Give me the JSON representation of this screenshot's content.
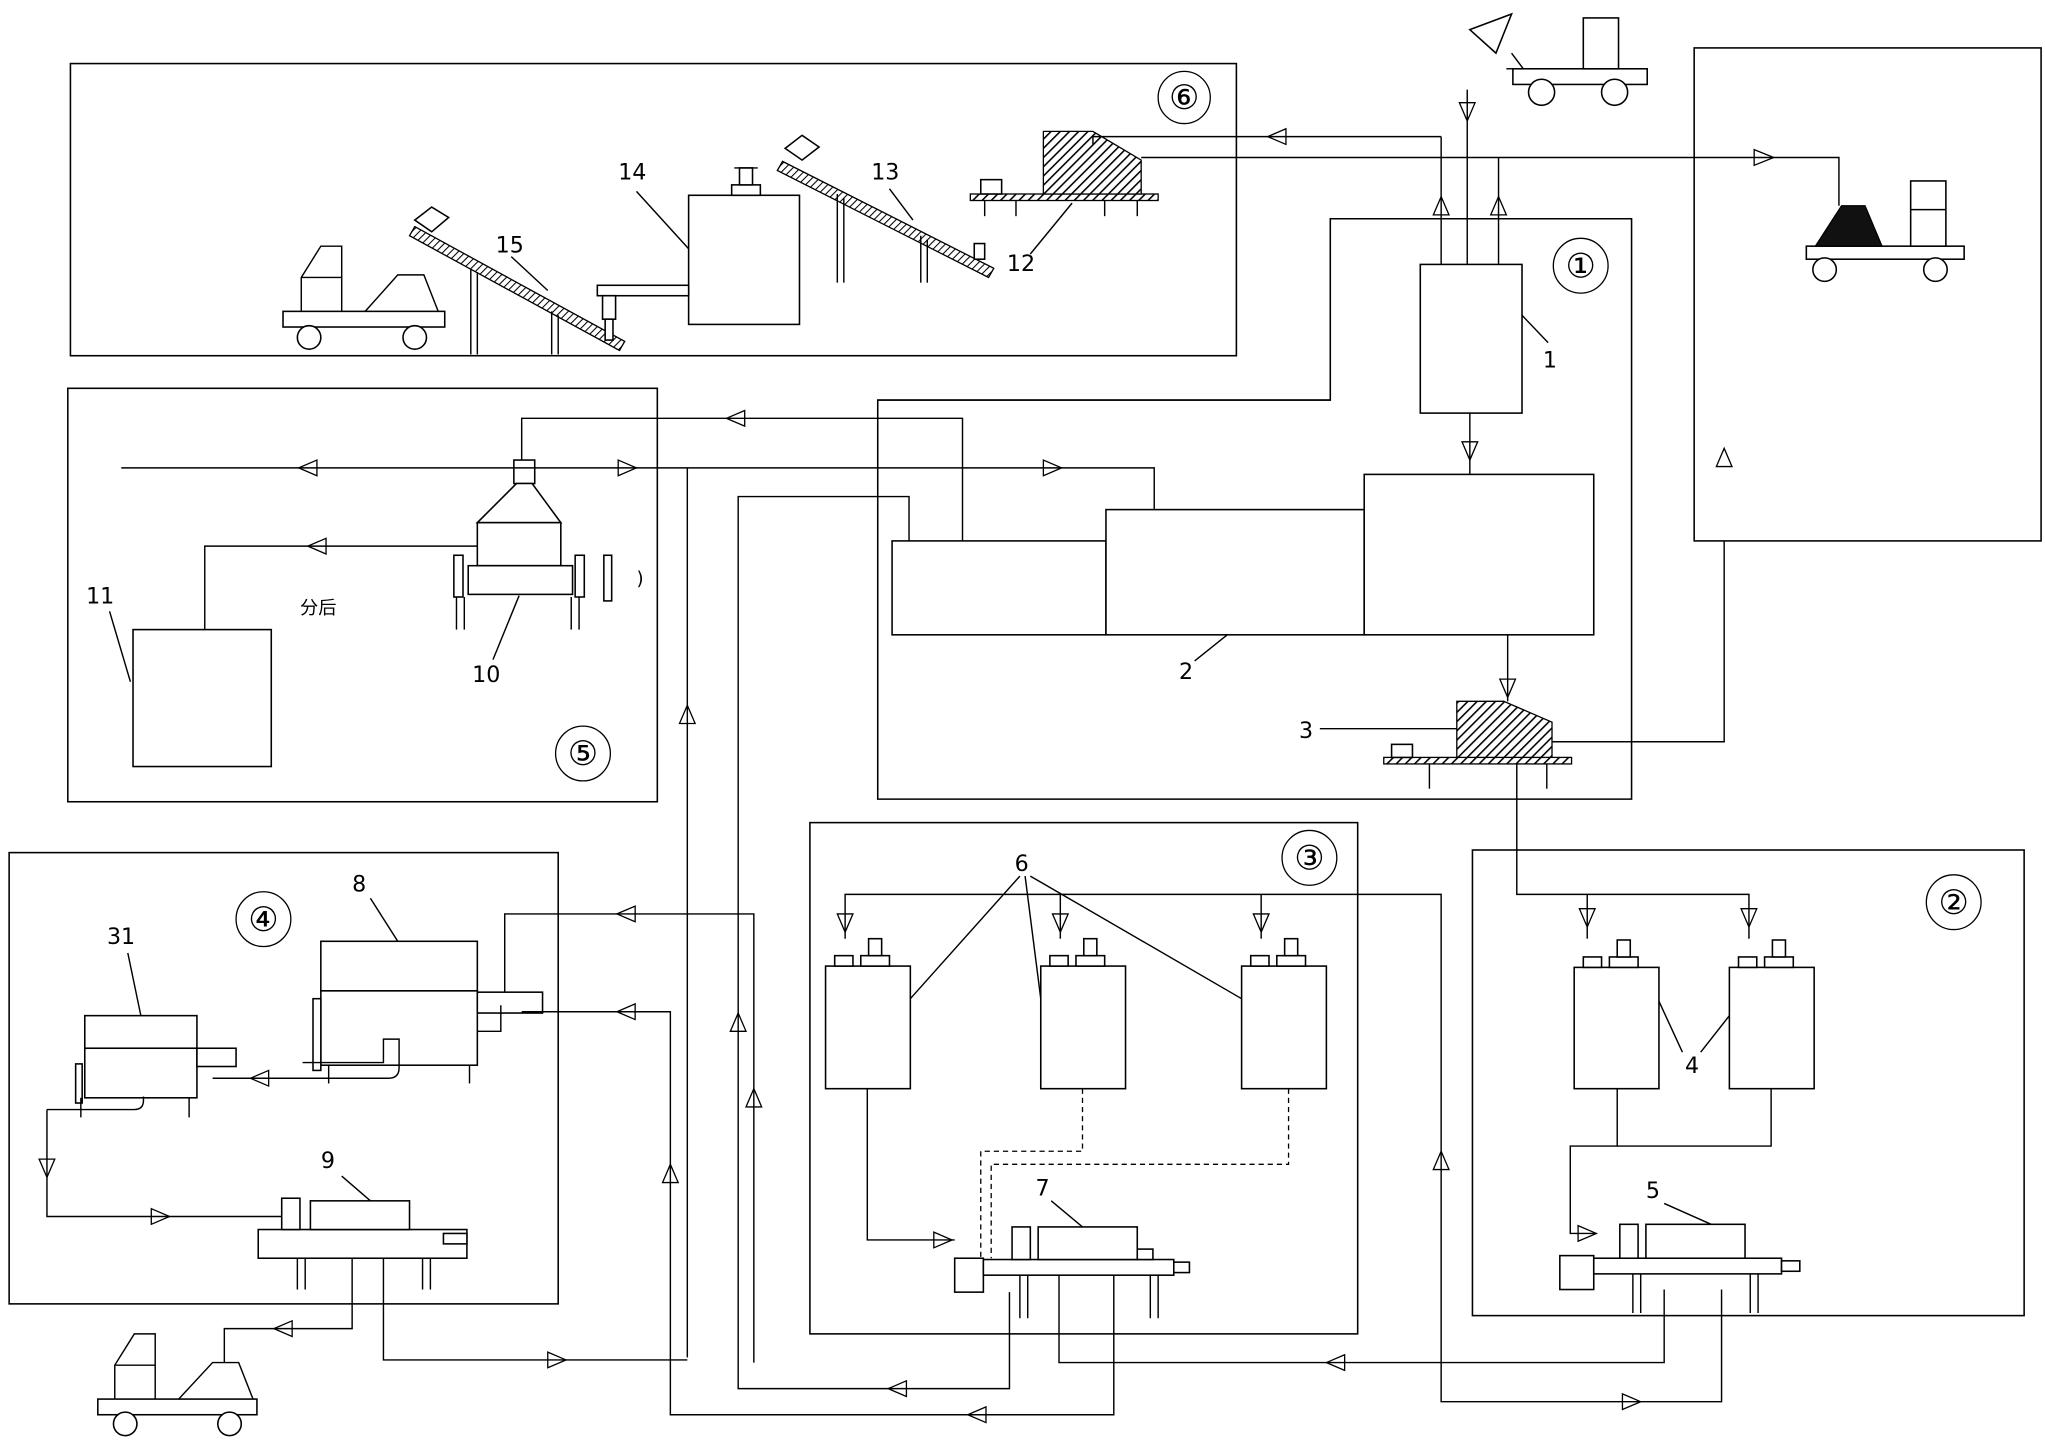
{
  "zones": [
    {
      "id": "zone-1",
      "label": "①"
    },
    {
      "id": "zone-2",
      "label": "②"
    },
    {
      "id": "zone-3",
      "label": "③"
    },
    {
      "id": "zone-4",
      "label": "④"
    },
    {
      "id": "zone-5",
      "label": "⑤"
    },
    {
      "id": "zone-6",
      "label": "⑥"
    }
  ],
  "labels": {
    "n1": "1",
    "n2": "2",
    "n3": "3",
    "n4": "4",
    "n5": "5",
    "n6": "6",
    "n7": "7",
    "n8": "8",
    "n9": "9",
    "n10": "10",
    "n11": "11",
    "n12": "12",
    "n13": "13",
    "n14": "14",
    "n15": "15",
    "n31": "31"
  },
  "annotation": "分后",
  "stray_mark": ")"
}
